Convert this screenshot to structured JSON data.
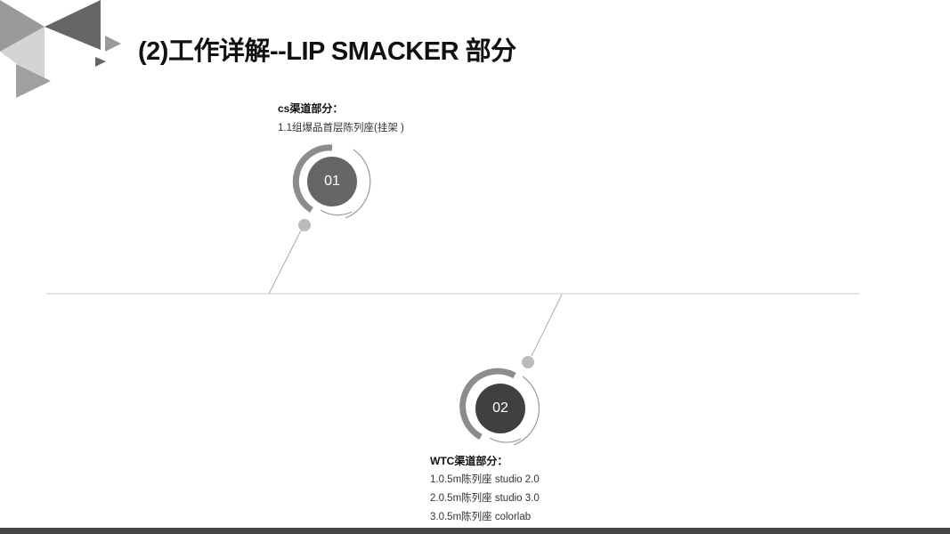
{
  "title": "(2)工作详解--LIP SMACKER 部分",
  "sections": [
    {
      "number": "01",
      "heading": "cs渠道部分：",
      "items": [
        "1.1组爆品首层陈列座(挂架 )"
      ],
      "circle_color": "#666666"
    },
    {
      "number": "02",
      "heading": "WTC渠道部分：",
      "items": [
        "1.0.5m陈列座 studio 2.0",
        "2.0.5m陈列座 studio 3.0",
        "3.0.5m陈列座 colorlab"
      ],
      "circle_color": "#404040"
    }
  ],
  "colors": {
    "accent": "#8c8c8c",
    "footer": "#444444"
  }
}
